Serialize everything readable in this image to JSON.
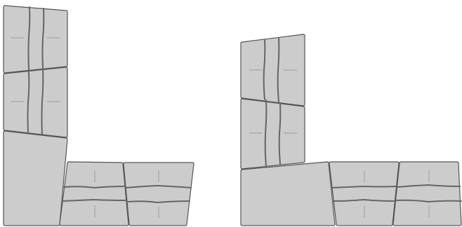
{
  "figure": {
    "description_free": true,
    "colors": {
      "background": "#ffffff",
      "tile_fill": "#cccccc",
      "tile_stroke": "#555555",
      "seam": "#666666",
      "tick": "#a6a6a6"
    },
    "assemblies": [
      {
        "id": "left",
        "tile_count": 5
      },
      {
        "id": "right",
        "tile_count": 5
      }
    ]
  }
}
